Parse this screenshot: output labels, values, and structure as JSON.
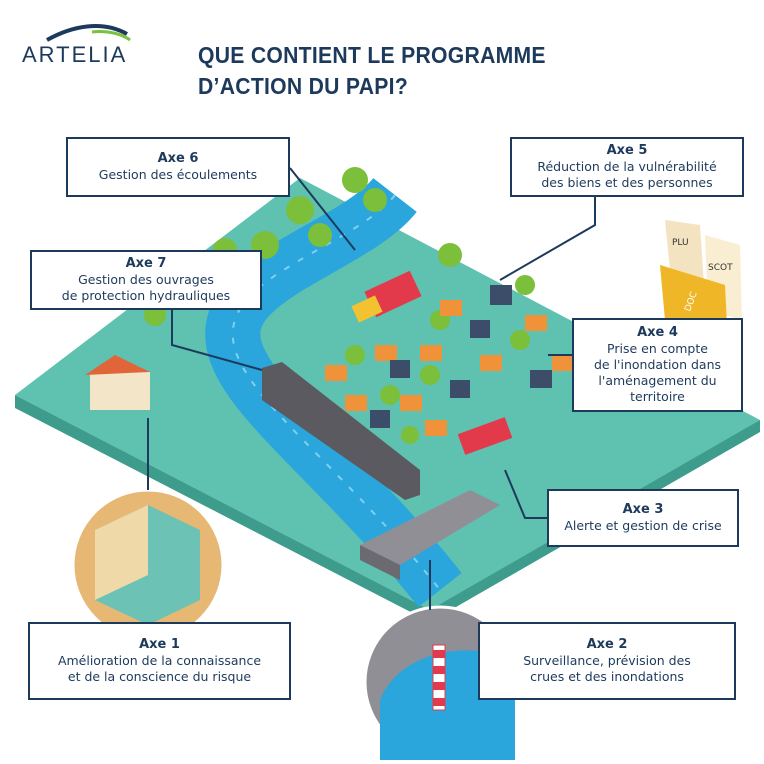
{
  "brand": {
    "name": "ARTELIA"
  },
  "title": {
    "line1": "QUE CONTIENT LE PROGRAMME",
    "line2": "D’ACTION DU PAPI?"
  },
  "illustration": {
    "folder_labels": [
      "PLU",
      "SCOT",
      "DOC"
    ]
  },
  "axes": [
    {
      "id": "axe6",
      "label": "Axe 6",
      "lines": [
        "Gestion des écoulements"
      ]
    },
    {
      "id": "axe5",
      "label": "Axe 5",
      "lines": [
        "Réduction de la vulnérabilité",
        "des biens et des personnes"
      ]
    },
    {
      "id": "axe7",
      "label": "Axe 7",
      "lines": [
        "Gestion des ouvrages",
        "de protection hydrauliques"
      ]
    },
    {
      "id": "axe4",
      "label": "Axe 4",
      "lines": [
        "Prise en compte",
        "de l'inondation dans",
        "l'aménagement du",
        "territoire"
      ]
    },
    {
      "id": "axe3",
      "label": "Axe 3",
      "lines": [
        "Alerte et gestion de crise"
      ]
    },
    {
      "id": "axe1",
      "label": "Axe 1",
      "lines": [
        "Amélioration de la connaissance",
        "et de la conscience du risque"
      ]
    },
    {
      "id": "axe2",
      "label": "Axe 2",
      "lines": [
        "Surveillance, prévision des",
        "crues et des inondations"
      ]
    }
  ],
  "colors": {
    "ground": "#5fc1b0",
    "river": "#2aa6dc",
    "navy": "#1d3a5c",
    "tree": "#7bbf3a",
    "house": "#f0923a"
  }
}
